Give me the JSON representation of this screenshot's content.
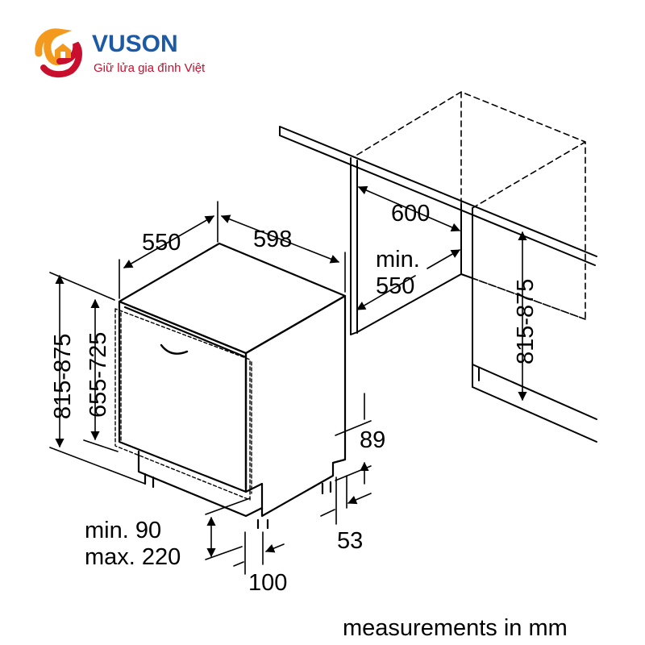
{
  "logo": {
    "brand": "VUSON",
    "tagline": "Giữ lửa gia đình Việt",
    "icon": "house-swirl-logo",
    "colors": {
      "orange": "#f39a1e",
      "red": "#c8102e",
      "blue": "#1d5aa6"
    }
  },
  "dimensions": {
    "depth": "550",
    "width": "598",
    "niche_width": "600",
    "niche_depth_label": "min.",
    "niche_depth_value": "550",
    "niche_height": "815-875",
    "total_height": "815-875",
    "door_height": "655-725",
    "foot_height": "89",
    "foot_setback": "53",
    "plinth_min": "min. 90",
    "plinth_max": "max. 220",
    "plinth_depth": "100"
  },
  "footer": {
    "caption": "measurements in mm"
  },
  "colors": {
    "line": "#000000",
    "background": "#ffffff"
  }
}
